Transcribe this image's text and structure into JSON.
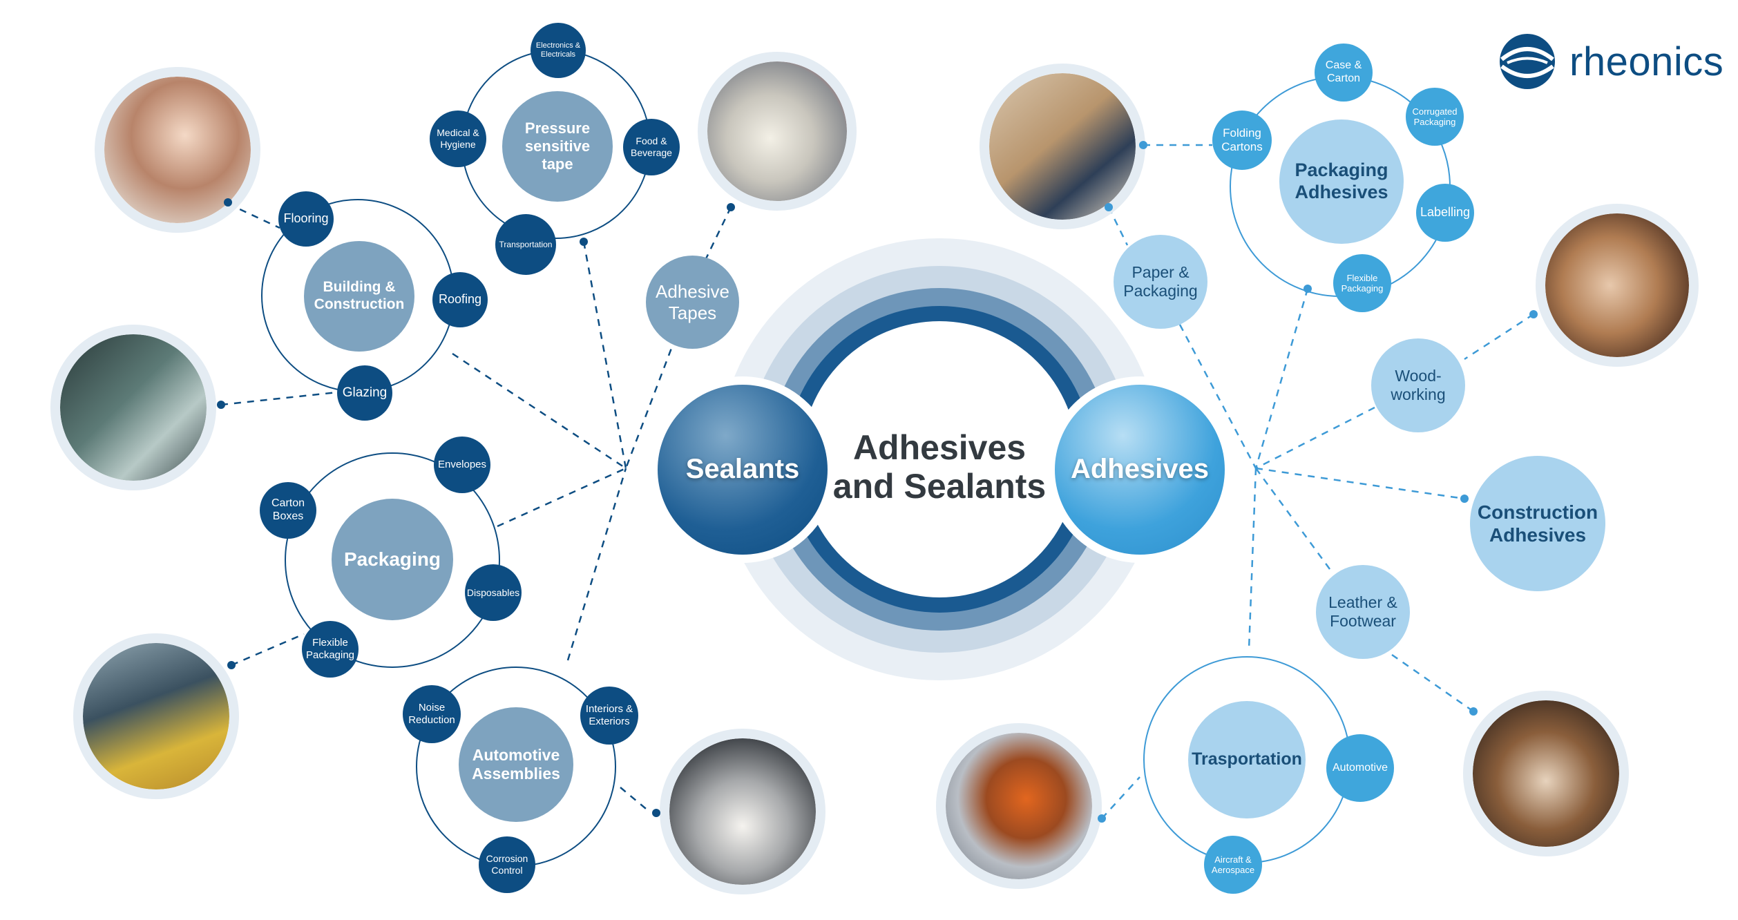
{
  "brand": {
    "name": "rheonics",
    "color": "#0d4d82"
  },
  "center": {
    "title": "Adhesives\nand Sealants"
  },
  "hubs": {
    "sealants": "Sealants",
    "adhesives": "Adhesives"
  },
  "sealants_side": {
    "adhesive_tapes": "Adhesive\nTapes",
    "pressure_tape": {
      "title": "Pressure\nsensitive\ntape",
      "items": [
        "Electronics &\nElectricals",
        "Food &\nBeverage",
        "Transportation",
        "Medical &\nHygiene"
      ]
    },
    "building": {
      "title": "Building &\nConstruction",
      "items": [
        "Flooring",
        "Roofing",
        "Glazing"
      ]
    },
    "packaging": {
      "title": "Packaging",
      "items": [
        "Envelopes",
        "Carton\nBoxes",
        "Disposables",
        "Flexible\nPackaging"
      ]
    },
    "automotive": {
      "title": "Automotive\nAssemblies",
      "items": [
        "Noise\nReduction",
        "Interiors &\nExteriors",
        "Corrosion\nControl"
      ]
    }
  },
  "adhesives_side": {
    "paper_packaging": "Paper &\nPackaging",
    "packaging_adhesives": {
      "title": "Packaging\nAdhesives",
      "items": [
        "Case &\nCarton",
        "Corrugated\nPackaging",
        "Folding\nCartons",
        "Labelling",
        "Flexible\nPackaging"
      ]
    },
    "woodworking": "Wood-\nworking",
    "construction_adhesives": "Construction\nAdhesives",
    "leather": "Leather &\nFootwear",
    "transportation": {
      "title": "Trasportation",
      "items": [
        "Automotive",
        "Aircraft &\nAerospace"
      ]
    }
  },
  "photos": [
    "caulking-gun-photo",
    "adhesive-tape-rolls-photo",
    "glass-sealing-photo",
    "packaging-machine-photo",
    "sealant-gun-photo",
    "warehouse-packing-photo",
    "woodworking-photo",
    "robot-arm-photo",
    "leather-craft-photo"
  ],
  "colors": {
    "dark": "#0d4d82",
    "mid": "#7ea3bf",
    "light": "#a9d3ee",
    "bright": "#3fa6dc"
  }
}
